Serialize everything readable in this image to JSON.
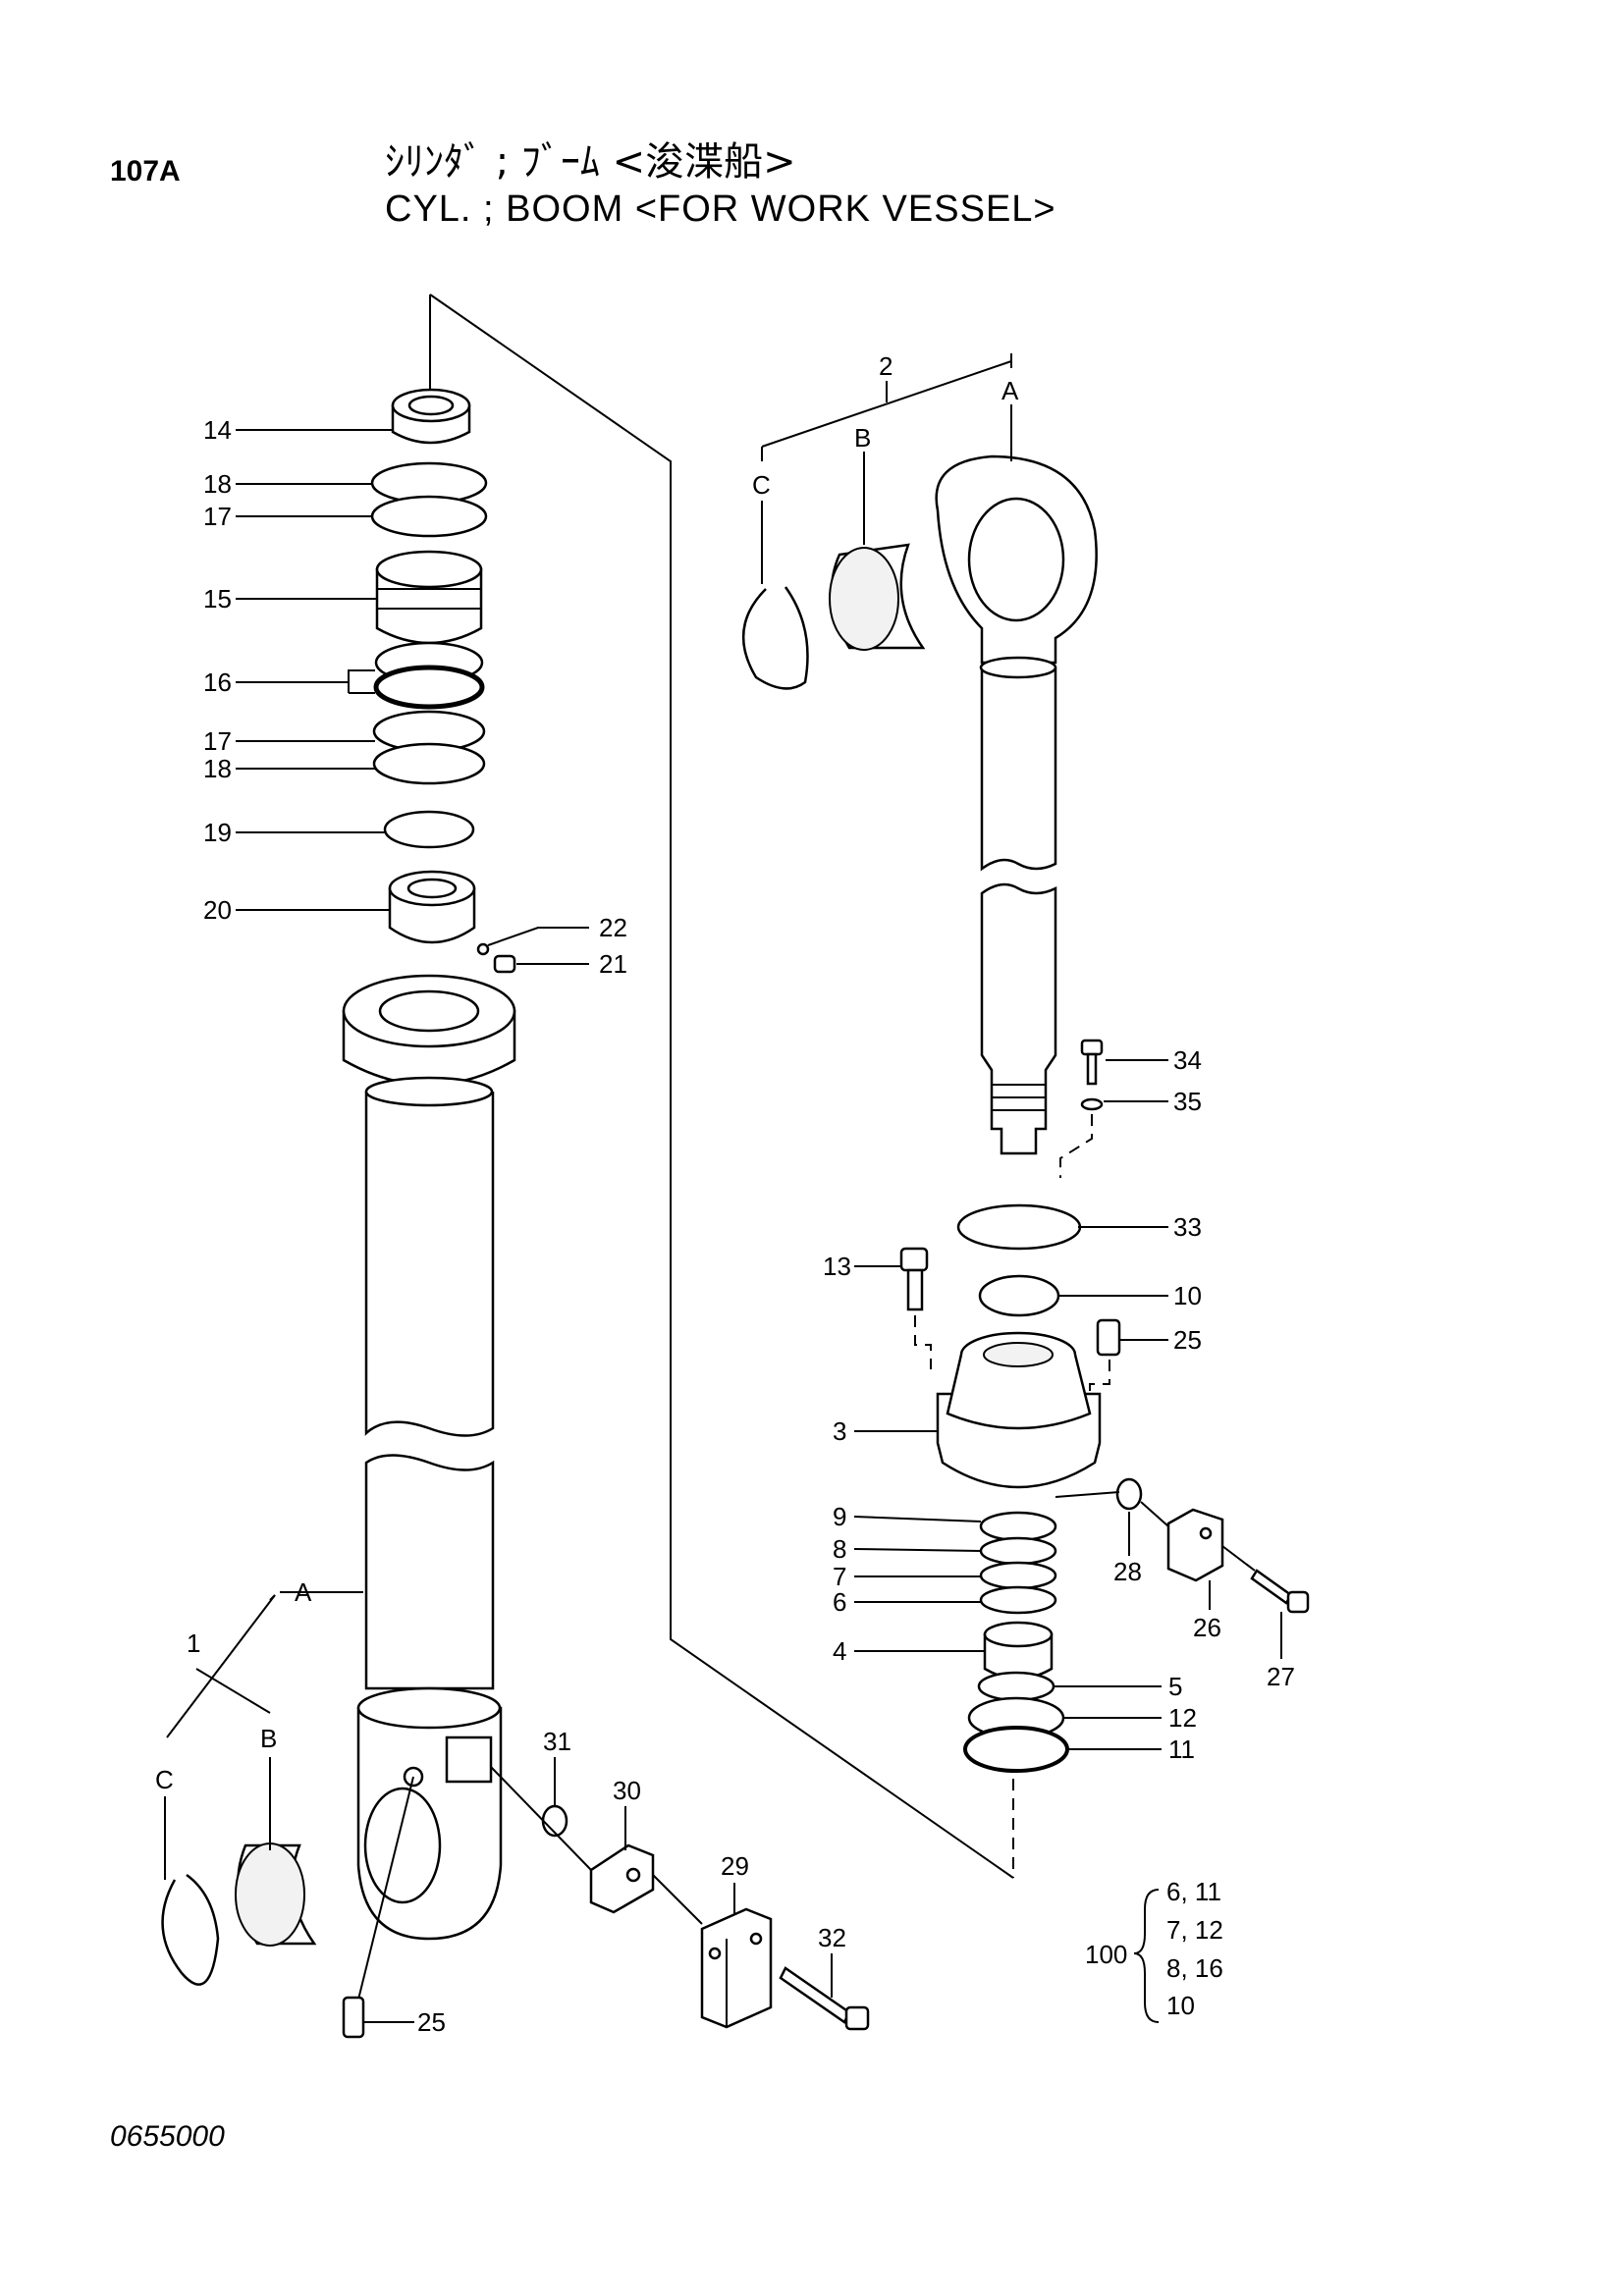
{
  "header": {
    "page_code": "107A",
    "title_jp": "ｼﾘﾝﾀﾞ ; ﾌﾞｰﾑ <浚渫船>",
    "title_en": "CYL. ; BOOM <FOR WORK VESSEL>"
  },
  "footer": {
    "drawing_number": "0655000"
  },
  "callouts": {
    "c14": "14",
    "c18a": "18",
    "c17a": "17",
    "c15": "15",
    "c16": "16",
    "c17b": "17",
    "c18b": "18",
    "c19": "19",
    "c20": "20",
    "c22": "22",
    "c21": "21",
    "c1": "1",
    "cA_left": "A",
    "cB_left": "B",
    "cC_left": "C",
    "c25_left": "25",
    "c31": "31",
    "c30": "30",
    "c29": "29",
    "c32": "32",
    "c2": "2",
    "cA_right": "A",
    "cB_right": "B",
    "cC_right": "C",
    "c34": "34",
    "c35": "35",
    "c33": "33",
    "c13": "13",
    "c10": "10",
    "c25_right": "25",
    "c3": "3",
    "c9": "9",
    "c8": "8",
    "c7": "7",
    "c6": "6",
    "c4": "4",
    "c28": "28",
    "c26": "26",
    "c27": "27",
    "c5": "5",
    "c12": "12",
    "c11": "11"
  },
  "kit": {
    "number": "100",
    "lines": [
      "6, 11",
      "7, 12",
      "8, 16",
      "10"
    ]
  }
}
